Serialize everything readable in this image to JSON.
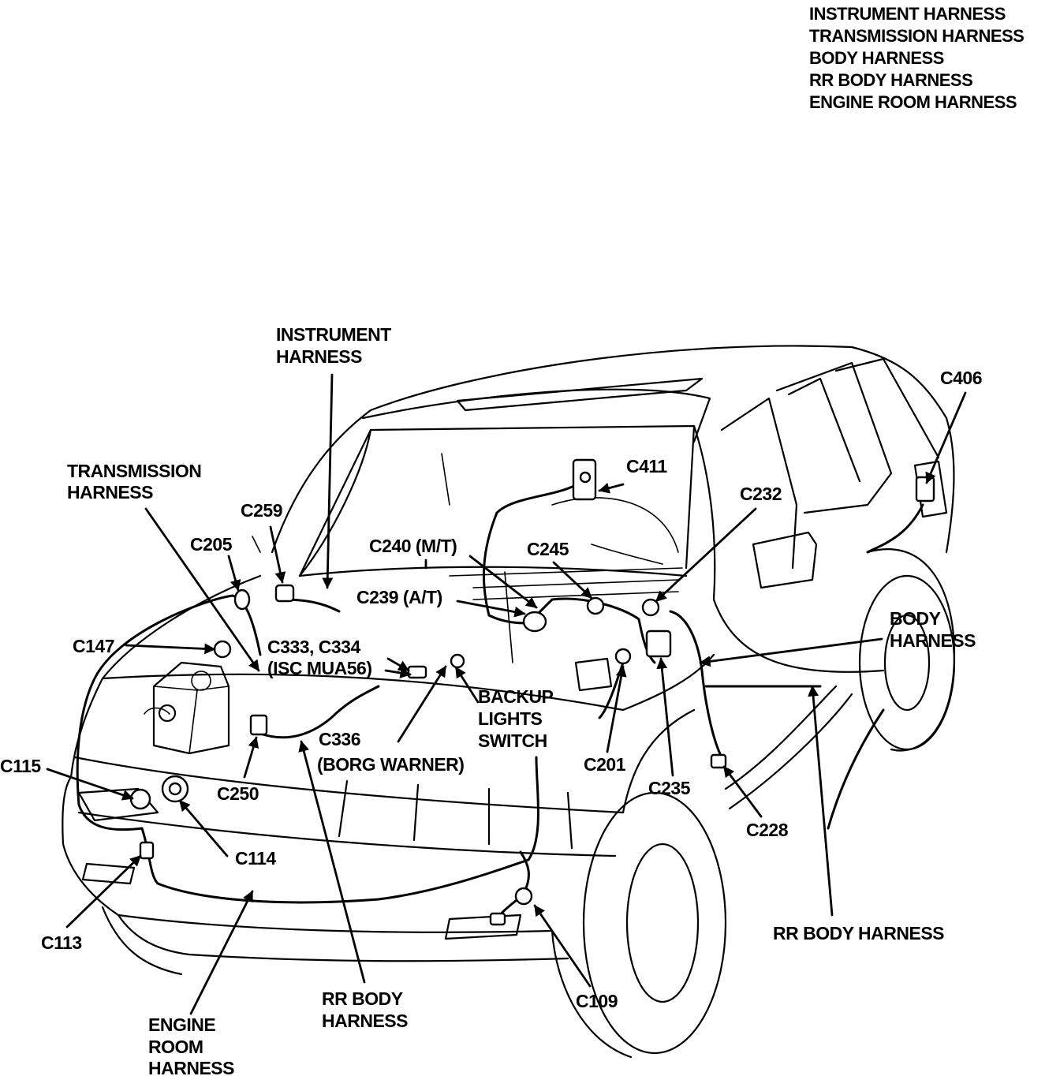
{
  "legend": [
    "INSTRUMENT HARNESS",
    "TRANSMISSION HARNESS",
    "BODY HARNESS",
    "RR BODY HARNESS",
    "ENGINE ROOM HARNESS"
  ],
  "labels": {
    "instrument_harness": [
      "INSTRUMENT",
      "HARNESS"
    ],
    "transmission_harness": [
      "TRANSMISSION",
      "HARNESS"
    ],
    "body_harness": [
      "BODY",
      "HARNESS"
    ],
    "rr_body_harness_right": "RR BODY HARNESS",
    "rr_body_harness_bottom": [
      "RR BODY",
      "HARNESS"
    ],
    "engine_room_harness": [
      "ENGINE",
      "ROOM",
      "HARNESS"
    ],
    "backup_lights_switch": [
      "BACKUP",
      "LIGHTS",
      "SWITCH"
    ],
    "c333_c334": [
      "C333, C334",
      "(ISC MUA56)"
    ],
    "c336": [
      "C336",
      "(BORG WARNER)"
    ]
  },
  "connectors": {
    "c406": "C406",
    "c411": "C411",
    "c232": "C232",
    "c259": "C259",
    "c205": "C205",
    "c240": "C240 (M/T)",
    "c245": "C245",
    "c239": "C239 (A/T)",
    "c147": "C147",
    "c115": "C115",
    "c250": "C250",
    "c201": "C201",
    "c235": "C235",
    "c228": "C228",
    "c114": "C114",
    "c113": "C113",
    "c109": "C109"
  }
}
